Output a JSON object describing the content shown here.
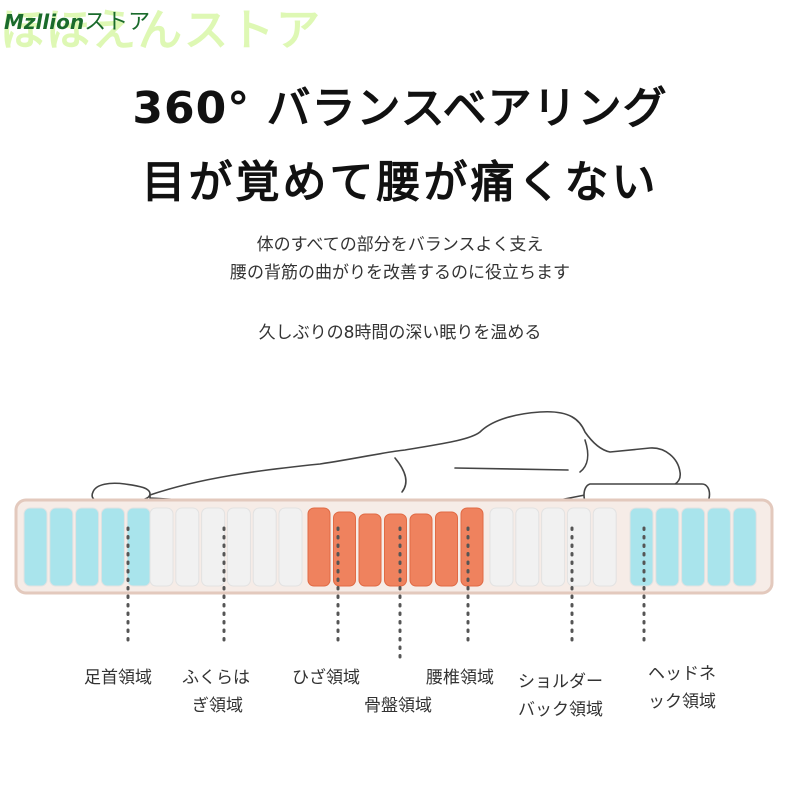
{
  "watermark": {
    "logo_text": "Mzllion",
    "shop_text": "ストア",
    "bg_text": "ほほえんストア"
  },
  "headline": {
    "line1": "360° バランスベアリング",
    "line2": "目が覚めて腰が痛くない"
  },
  "description": {
    "line1": "体のすべての部分をバランスよく支え",
    "line2": "腰の背筋の曲がりを改善するのに役立ちます",
    "line3": "久しぶりの8時間の深い眠りを温める"
  },
  "zones": {
    "foot": "足首領域",
    "calf_1": "ふくらは",
    "calf_2": "ぎ領域",
    "knee": "ひざ領域",
    "pelvis": "骨盤領域",
    "lumbar": "腰椎領域",
    "shoulder_1": "ショルダー",
    "shoulder_2": "バック領域",
    "neck_1": "ヘッドネ",
    "neck_2": "ック領域"
  },
  "colors": {
    "cool_spring": "#a9e4ec",
    "neutral_spring": "#f1f1f1",
    "support_spring": "#ef825e",
    "mattress_border": "#e8cfc4",
    "mattress_fill": "#f6ece7"
  }
}
